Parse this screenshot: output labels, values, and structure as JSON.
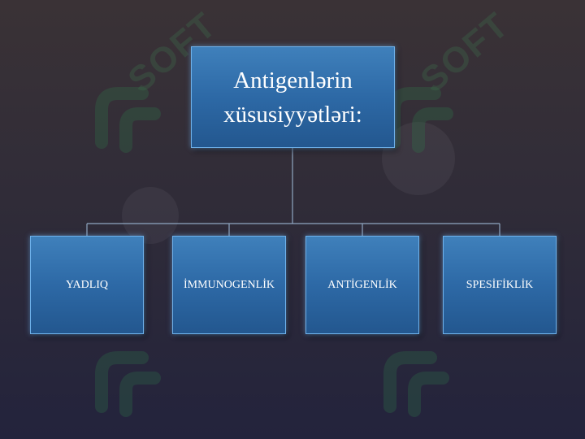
{
  "diagram": {
    "root": {
      "label_line1": "Antigenlərin",
      "label_line2": "xüsusiyyətləri:"
    },
    "children": [
      {
        "label": "YADLIQ"
      },
      {
        "label": "İMMUNOGENLİK"
      },
      {
        "label": "ANTİGENLİK"
      },
      {
        "label": "SPESİFİKLİK"
      }
    ]
  },
  "watermark": {
    "text": "SOFT"
  },
  "colors": {
    "box_fill": "#2d69a6",
    "box_border": "#6fb1ea",
    "connector": "#8fa7c2",
    "background": "#2e2a36"
  }
}
